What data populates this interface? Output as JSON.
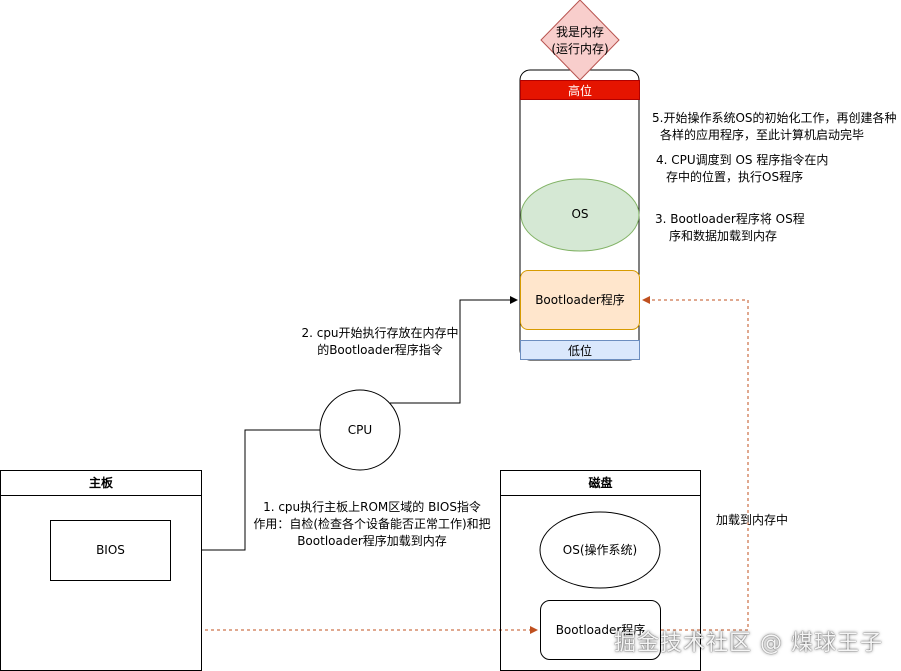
{
  "memory": {
    "diamond_line1": "我是内存",
    "diamond_line2": "(运行内存)",
    "high_label": "高位",
    "low_label": "低位",
    "os_label": "OS",
    "bootloader_label": "Bootloader程序"
  },
  "steps": {
    "step5_line1": "5.开始操作系统OS的初始化工作，再创建各种",
    "step5_line2": "各样的应用程序，至此计算机启动完毕",
    "step4_line1": "4. CPU调度到 OS 程序指令在内",
    "step4_line2": "存中的位置，执行OS程序",
    "step3_line1": "3. Bootloader程序将 OS程",
    "step3_line2": "序和数据加载到内存",
    "step2_line1": "2. cpu开始执行存放在内存中",
    "step2_line2": "的Bootloader程序指令",
    "step1_line1": "1. cpu执行主板上ROM区域的 BIOS指令",
    "step1_line2": "作用：自检(检查各个设备能否正常工作)和把",
    "step1_line3": "Bootloader程序加载到内存"
  },
  "cpu_label": "CPU",
  "motherboard": {
    "title": "主板",
    "bios_label": "BIOS"
  },
  "disk": {
    "title": "磁盘",
    "os_label": "OS(操作系统)",
    "bootloader_label": "Bootloader程序",
    "load_label": "加载到内存中"
  },
  "watermark": "掘金技术社区 @ 煤球王子",
  "colors": {
    "high_fill": "#e51400",
    "low_fill": "#dae8fc",
    "os_fill": "#d5e8d4",
    "bootloader_fill": "#ffe6cc",
    "diamond_fill": "#f8cecc",
    "dashed_arrow": "#c0501f"
  }
}
